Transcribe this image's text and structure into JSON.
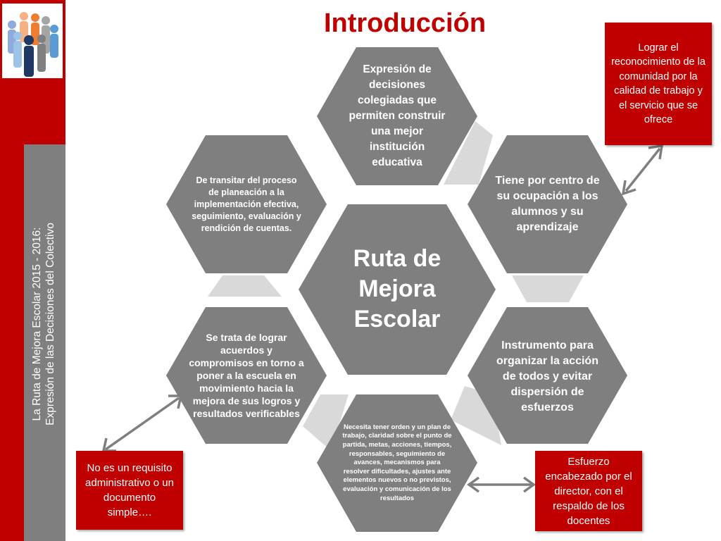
{
  "title": "Introducción",
  "sidebar": {
    "line1": "La Ruta de Mejora Escolar 2015 - 2016:",
    "line2": "Expresión de las Decisiones del Colectivo"
  },
  "center": "Ruta de Mejora Escolar",
  "hexagons": {
    "top": "Expresión de decisiones colegiadas que permiten construir una mejor institución educativa",
    "upper_right": "Tiene por centro de su ocupación a los alumnos y su aprendizaje",
    "lower_right": "Instrumento para organizar la acción de todos y evitar dispersión de esfuerzos",
    "bottom": "Necesita tener orden y un plan de trabajo, claridad sobre el punto de partida, metas, acciones, tiempos, responsables, seguimiento de avances, mecanismos para resolver dificultades, ajustes ante elementos nuevos o no previstos, evaluación y comunicación de los resultados",
    "lower_left": "Se trata de lograr acuerdos y compromisos en torno a poner a la escuela en movimiento hacia la mejora de sus logros y resultados verificables",
    "upper_left": "De transitar del proceso de planeación a la implementación efectiva, seguimiento, evaluación y rendición de cuentas."
  },
  "callouts": {
    "top_right": "Lograr el reconocimiento de la comunidad por la calidad de trabajo y el servicio que se ofrece",
    "bottom_left": "No es un requisito administrativo o un documento simple….",
    "bottom_right": "Esfuerzo encabezado por el director, con el respaldo de los docentes"
  },
  "colors": {
    "red": "#c00000",
    "hex_gray": "#7f7f7f",
    "connector_gray": "#d9d9d9",
    "sidebar_gray": "#7f7f7f"
  }
}
